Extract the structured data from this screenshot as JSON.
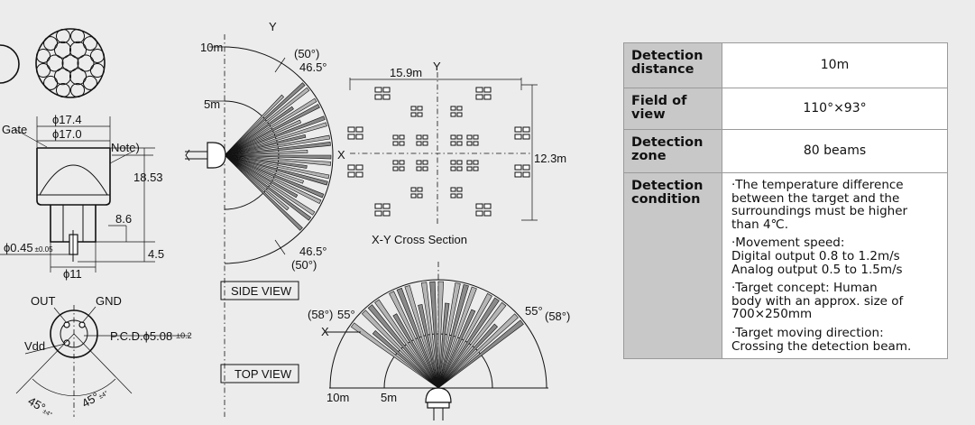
{
  "package_drawing": {
    "gate_label": "Gate",
    "outer_diameter": "ϕ17.4",
    "inner_diameter": "ϕ17.0",
    "note_label": "Note)",
    "height_total": "18.53",
    "height_body": "8.6",
    "pin_length": "4.5",
    "pin_diameter": "ϕ0.45",
    "pin_tolerance": "±0.05",
    "base_diameter": "ϕ11",
    "pin_out": "OUT",
    "pin_gnd": "GND",
    "pin_vdd": "Vdd",
    "pcd_label": "P.C.D.ϕ5.08",
    "pcd_tolerance": "±0.2",
    "angle_left": "45°",
    "angle_left_tol": "±4°",
    "angle_right": "45°",
    "angle_right_tol": "±4°"
  },
  "side_view": {
    "axis_label": "Y",
    "range_far": "10m",
    "range_near": "5m",
    "angle_top": "46.5°",
    "angle_top_paren": "(50°)",
    "angle_bottom": "46.5°",
    "angle_bottom_paren": "(50°)",
    "caption": "SIDE VIEW"
  },
  "cross_section": {
    "axis_y": "Y",
    "axis_x": "X",
    "width_label": "15.9m",
    "height_label": "12.3m",
    "caption": "X-Y Cross Section"
  },
  "top_view": {
    "axis_label": "X",
    "angle_left": "55°",
    "angle_left_paren": "(58°)",
    "angle_right": "55°",
    "angle_right_paren": "(58°)",
    "range_far": "10m",
    "range_near": "5m",
    "caption": "TOP VIEW"
  },
  "spec_table": {
    "rows": [
      {
        "label": "Detection distance",
        "value": "10m"
      },
      {
        "label": "Field of view",
        "value": "110°×93°"
      },
      {
        "label": "Detection zone",
        "value": "80 beams"
      }
    ],
    "condition": {
      "label": "Detection condition",
      "items": [
        [
          "·The temperature difference",
          "between the target and the",
          "surroundings must be higher",
          "than 4℃."
        ],
        [
          "·Movement speed:",
          "Digital output 0.8 to 1.2m/s",
          "Analog output 0.5 to 1.5m/s"
        ],
        [
          "·Target concept: Human",
          "body with an approx. size of",
          "700×250mm"
        ],
        [
          "·Target moving direction:",
          "Crossing the detection beam."
        ]
      ]
    }
  },
  "colors": {
    "background": "#ececec",
    "label_cell": "#c8c8c8",
    "beam_fill": "#8a8a8a"
  }
}
